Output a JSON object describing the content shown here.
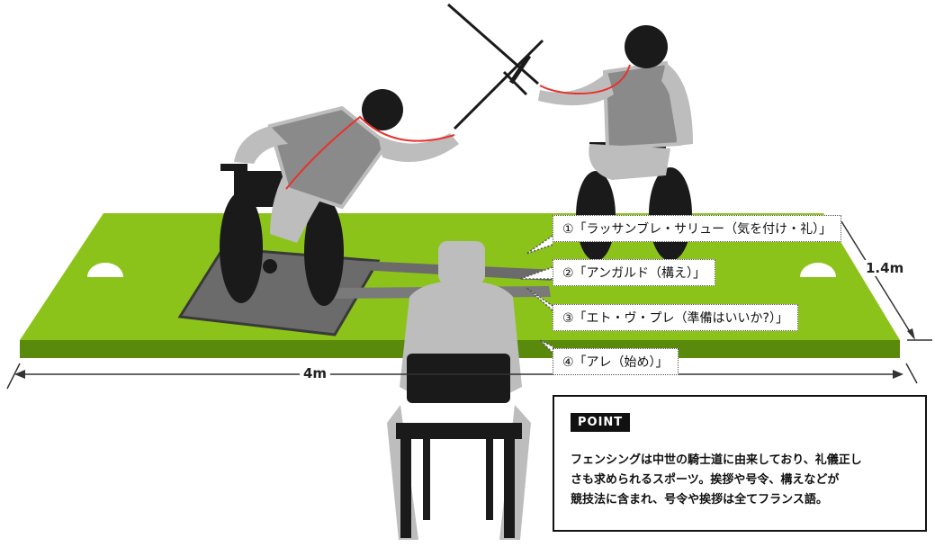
{
  "diagram": {
    "dimensions": {
      "length": "4m",
      "width": "1.4m"
    },
    "callouts": [
      "①「ラッサンブレ・サリュー（気を付け・礼）」",
      "②「アンガルド（構え）」",
      "③「エト・ヴ・プレ（準備はいいか?）」",
      "④「アレ（始め）」"
    ]
  },
  "point": {
    "title": "POINT",
    "lines": [
      "フェンシングは中世の騎士道に由来しており、礼儀正し",
      "さも求められるスポーツ。挨拶や号令、構えなどが",
      "競技法に含まれ、号令や挨拶は全てフランス語。"
    ]
  },
  "colors": {
    "piste_green": "#8cc31a",
    "piste_edge": "#5a8a0c",
    "figure_gray": "#bdbdbd",
    "dark": "#1a1a1a",
    "wire_red": "#e8322b"
  }
}
